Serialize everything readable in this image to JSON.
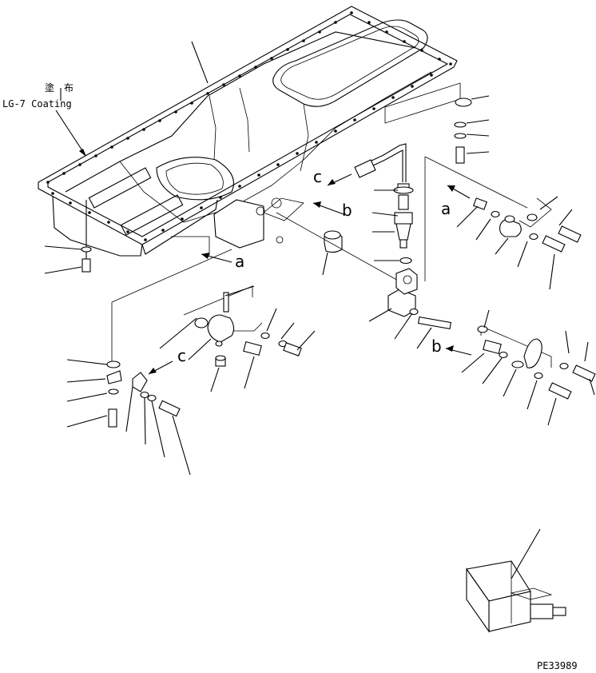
{
  "coating": {
    "japanese": "塗　布",
    "english": "LG-7 Coating"
  },
  "callouts": {
    "a": "a",
    "b": "b",
    "c": "c"
  },
  "drawing_code": "PE33989"
}
